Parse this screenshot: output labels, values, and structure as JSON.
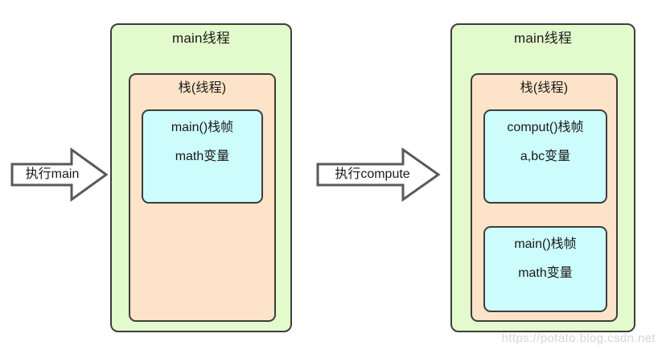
{
  "diagram": {
    "title_hidden": "",
    "colors": {
      "thread_fill": "#e3fbcc",
      "stack_fill": "#fde3c8",
      "frame_fill": "#ccfcfc",
      "border": "#3d3d3d",
      "arrow_stroke": "#595959"
    }
  },
  "arrows": [
    {
      "label": "执行main"
    },
    {
      "label": "执行compute"
    }
  ],
  "panels": [
    {
      "thread_label": "main线程",
      "stack_label": "栈(线程)",
      "frames": [
        {
          "line1": "main()栈帧",
          "line2": "math变量"
        }
      ]
    },
    {
      "thread_label": "main线程",
      "stack_label": "栈(线程)",
      "frames": [
        {
          "line1": "comput()栈帧",
          "line2": "a,bc变量"
        },
        {
          "line1": "main()栈帧",
          "line2": "math变量"
        }
      ]
    }
  ],
  "watermark": {
    "text": "https://potato.blog.csdn.net"
  }
}
